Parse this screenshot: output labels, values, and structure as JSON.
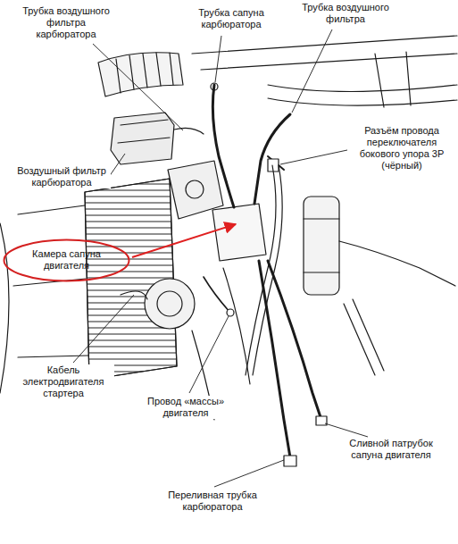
{
  "diagram": {
    "nodes": [
      {
        "text": [
          "Камера сапуна двигателя"
        ]
      }
    ],
    "labels": [
      "Трубка воздушного фильтра карбюратора",
      "Трубка сапуна карбюратора",
      "Трубка воздушного фильтра",
      "Разъём провода переключателя бокового упора 3P (чёрный)",
      "Воздушный фильтр карбюратора",
      "Кабель электродвигателя стартера",
      "Провод «массы» двигателя",
      "Сливной патрубок сапуна двигателя",
      "Переливная трубка карбюратора"
    ]
  }
}
